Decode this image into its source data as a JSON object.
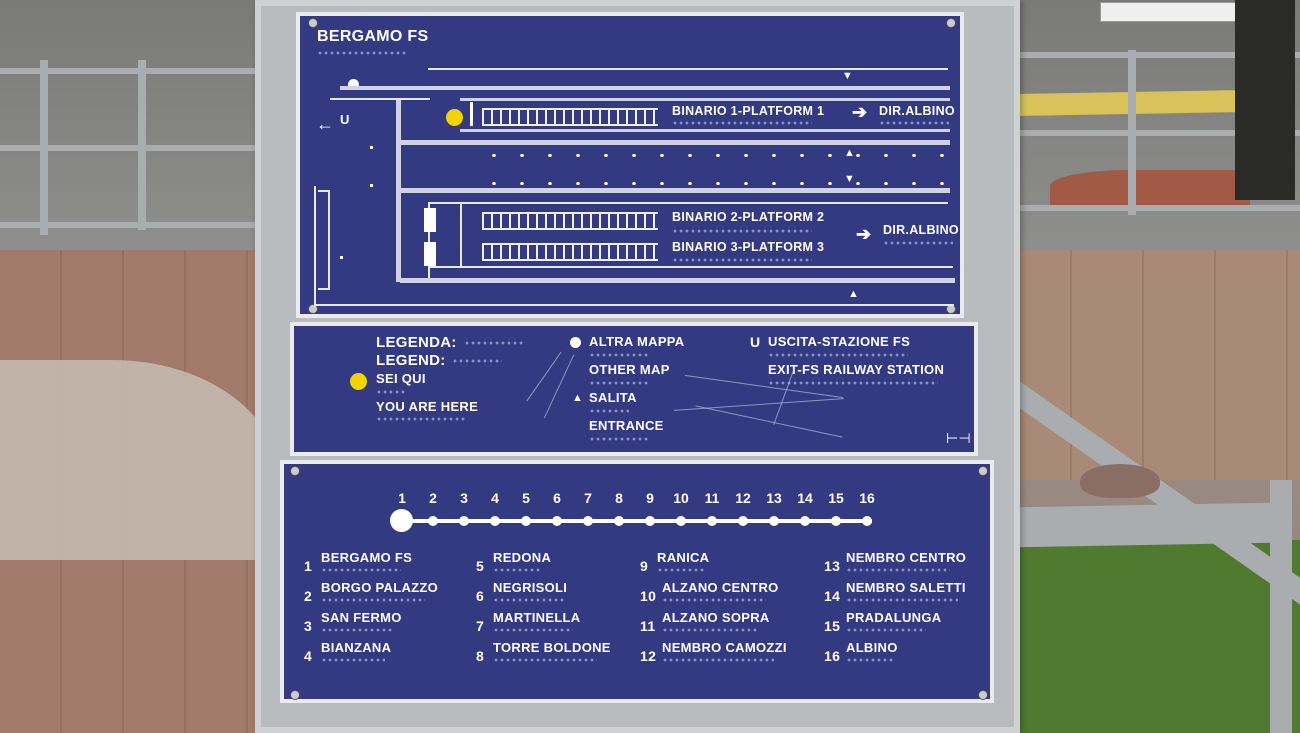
{
  "map": {
    "station": "BERGAMO FS",
    "platform1": "BINARIO 1-PLATFORM 1",
    "platform2": "BINARIO 2-PLATFORM 2",
    "platform3": "BINARIO 3-PLATFORM 3",
    "dir1": "DIR.ALBINO",
    "dir2": "DIR.ALBINO",
    "exit_marker": "U"
  },
  "legend": {
    "title_it": "LEGENDA:",
    "title_en": "LEGEND:",
    "here_it": "SEI QUI",
    "here_en": "YOU ARE HERE",
    "other_it": "ALTRA MAPPA",
    "other_en": "OTHER MAP",
    "entrance_it": "SALITA",
    "entrance_en": "ENTRANCE",
    "exit_marker": "U",
    "exit_it": "USCITA-STAZIONE FS",
    "exit_en": "EXIT-FS RAILWAY STATION"
  },
  "line": {
    "numbers": [
      "1",
      "2",
      "3",
      "4",
      "5",
      "6",
      "7",
      "8",
      "9",
      "10",
      "11",
      "12",
      "13",
      "14",
      "15",
      "16"
    ],
    "stops": [
      {
        "n": "1",
        "name": "BERGAMO FS"
      },
      {
        "n": "2",
        "name": "BORGO PALAZZO"
      },
      {
        "n": "3",
        "name": "SAN FERMO"
      },
      {
        "n": "4",
        "name": "BIANZANA"
      },
      {
        "n": "5",
        "name": "REDONA"
      },
      {
        "n": "6",
        "name": "NEGRISOLI"
      },
      {
        "n": "7",
        "name": "MARTINELLA"
      },
      {
        "n": "8",
        "name": "TORRE BOLDONE"
      },
      {
        "n": "9",
        "name": "RANICA"
      },
      {
        "n": "10",
        "name": "ALZANO CENTRO"
      },
      {
        "n": "11",
        "name": "ALZANO SOPRA"
      },
      {
        "n": "12",
        "name": "NEMBRO CAMOZZI"
      },
      {
        "n": "13",
        "name": "NEMBRO CENTRO"
      },
      {
        "n": "14",
        "name": "NEMBRO SALETTI"
      },
      {
        "n": "15",
        "name": "PRADALUNGA"
      },
      {
        "n": "16",
        "name": "ALBINO"
      }
    ]
  },
  "colors": {
    "panel": "#343a82",
    "you_are_here": "#f2d400",
    "text": "#ffffff"
  }
}
